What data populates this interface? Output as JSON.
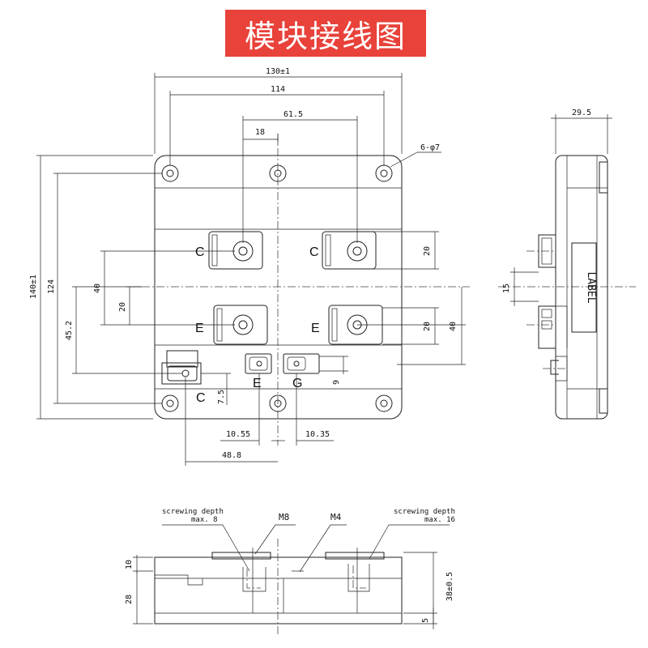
{
  "title": "模块接线图",
  "colors": {
    "title_bg": "#e8423a",
    "title_text": "#ffffff",
    "line": "#222222"
  },
  "top_view": {
    "dims": {
      "overall_width": "130±1",
      "mount_width": "114",
      "terminal_pitch": "61.5",
      "offset_18": "18",
      "hole_spec": "6-φ7",
      "overall_height": "140±1",
      "mount_height": "124",
      "v40_left": "40",
      "v20_left": "20",
      "v45_2": "45.2",
      "v20_right_top": "20",
      "v20_right_bottom": "20",
      "v40_right": "40",
      "v7_5": "7.5",
      "v9": "9",
      "h10_55": "10.55",
      "h10_35": "10.35",
      "h48_8": "48.8"
    },
    "labels": {
      "c_top_left": "C",
      "c_top_right": "C",
      "e_bottom_left": "E",
      "e_bottom_right": "E",
      "c_aux": "C",
      "e_aux": "E",
      "g_aux": "G"
    }
  },
  "side_view": {
    "dims": {
      "width": "29.5",
      "v15": "15"
    },
    "label_text": "LABEL"
  },
  "bottom_view": {
    "notes": {
      "screw_left_1": "screwing depth",
      "screw_left_2": "max. 8",
      "m8": "M8",
      "m4": "M4",
      "screw_right_1": "screwing depth",
      "screw_right_2": "max. 16"
    },
    "dims": {
      "v10": "10",
      "v28": "28",
      "v38": "38±0.5",
      "v5": "5"
    }
  }
}
